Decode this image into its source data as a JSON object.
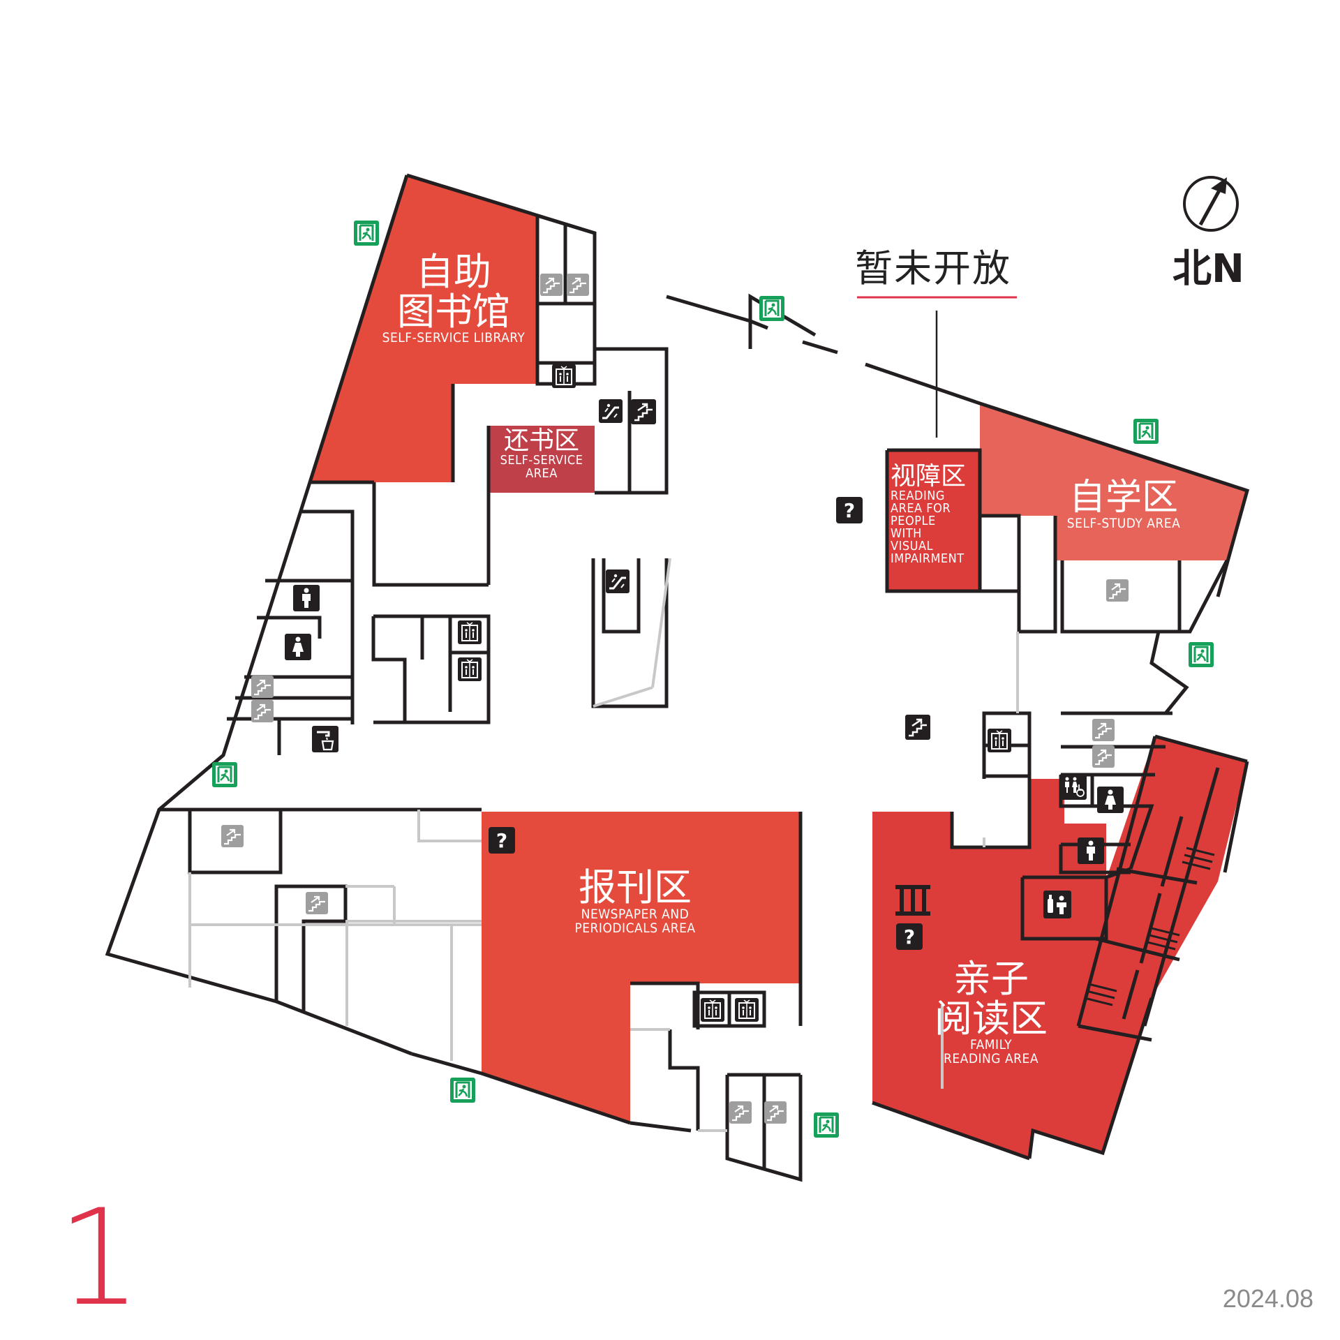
{
  "floor_number": "1",
  "date": "2024.08",
  "notice": "暂未开放",
  "north_label": "北N",
  "colors": {
    "wall": "#231f20",
    "zone_orange": "#e54b3c",
    "zone_red": "#dc3c3a",
    "zone_light": "#e6645a",
    "zone_dark": "#c0404a",
    "exit_green": "#17a05a",
    "icon_dark": "#231f20",
    "icon_gray": "#9e9e9e",
    "floor_accent": "#e0324b"
  },
  "zones": {
    "self_service_library": {
      "zh_line1": "自助",
      "zh_line2": "图书馆",
      "en": "SELF-SERVICE LIBRARY"
    },
    "book_return": {
      "zh": "还书区",
      "en_line1": "SELF-SERVICE",
      "en_line2": "AREA"
    },
    "visual_impairment": {
      "zh": "视障区",
      "en_lines": [
        "READING",
        "AREA FOR",
        "PEOPLE",
        "WITH",
        "VISUAL",
        "IMPAIRMENT"
      ]
    },
    "self_study": {
      "zh": "自学区",
      "en": "SELF-STUDY AREA"
    },
    "newspaper": {
      "zh": "报刊区",
      "en_line1": "NEWSPAPER AND",
      "en_line2": "PERIODICALS AREA"
    },
    "family_reading": {
      "zh_line1": "亲子",
      "zh_line2": "阅读区",
      "en_line1": "FAMILY",
      "en_line2": "READING AREA"
    }
  },
  "icons": {
    "exit": "emergency-exit-icon",
    "info": "info-question-icon",
    "elevator": "elevator-icon",
    "stairs": "stairs-icon",
    "escalator": "escalator-icon",
    "male_toilet": "male-toilet-icon",
    "female_toilet": "female-toilet-icon",
    "accessible_toilet": "accessible-toilet-icon",
    "water": "water-dispenser-icon",
    "baby_care": "baby-care-icon",
    "bookshelf": "bookshelf-icon"
  }
}
